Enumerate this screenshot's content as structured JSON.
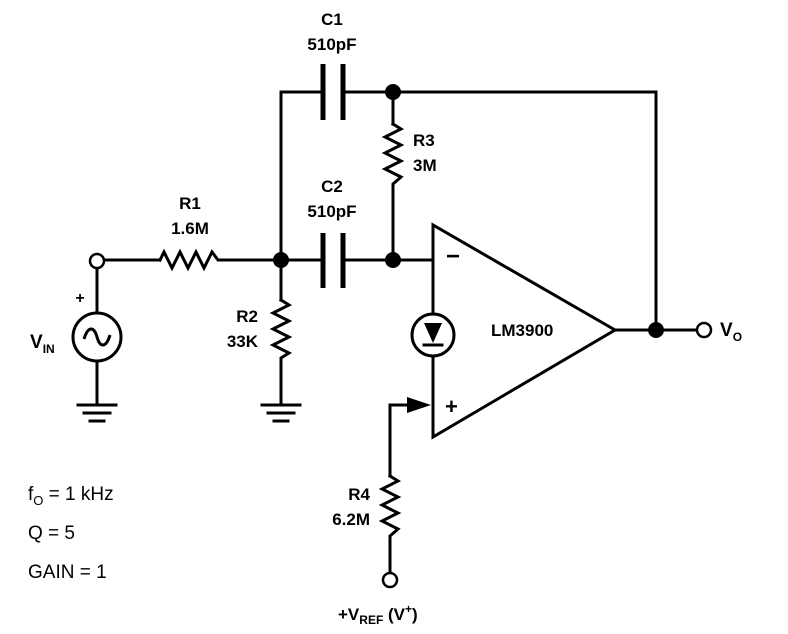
{
  "components": {
    "c1": {
      "name": "C1",
      "value": "510pF"
    },
    "c2": {
      "name": "C2",
      "value": "510pF"
    },
    "r1": {
      "name": "R1",
      "value": "1.6M"
    },
    "r2": {
      "name": "R2",
      "value": "33K"
    },
    "r3": {
      "name": "R3",
      "value": "3M"
    },
    "r4": {
      "name": "R4",
      "value": "6.2M"
    },
    "opamp": {
      "name": "LM3900"
    }
  },
  "signals": {
    "vin": {
      "main": "V",
      "sub": "IN",
      "polarity": "+"
    },
    "vo": {
      "main": "V",
      "sub": "O"
    },
    "vref": {
      "prefix": "+V",
      "sub": "REF",
      "open": " (V",
      "sup": "+",
      "close": ")"
    }
  },
  "opamp_inputs": {
    "minus": "−",
    "plus": "+"
  },
  "specs": {
    "fo": {
      "main": "f",
      "sub": "O",
      "rest": " = 1 kHz"
    },
    "q": "Q = 5",
    "gain": "GAIN = 1"
  }
}
